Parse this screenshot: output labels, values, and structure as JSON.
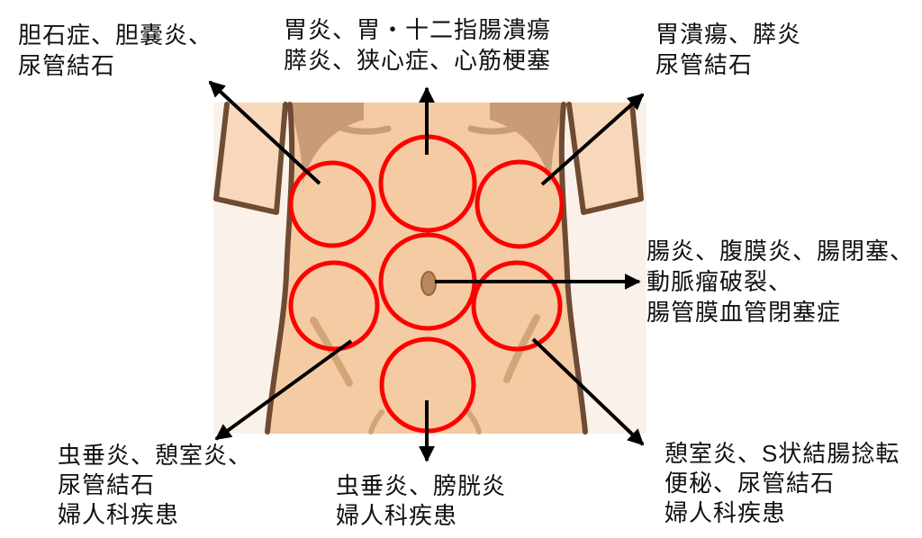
{
  "colors": {
    "page-bg": "#ffffff",
    "panel-bg": "#faf2ea",
    "skin": "#f5cba3",
    "arm-skin": "#f8d8bb",
    "outline-brown": "#6f4b33",
    "shading-tan": "#c99c77",
    "crease-tan": "#d2a578",
    "navel-brown": "#b8875d",
    "navel-outline": "#99663c",
    "circle-red": "#ff0000",
    "arrow-black": "#000000",
    "text-color": "#111111"
  },
  "labels": {
    "upper_left": {
      "lines": [
        "胆石症、胆嚢炎、",
        "尿管結石"
      ]
    },
    "upper_center": {
      "lines": [
        "胃炎、胃・十二指腸潰瘍",
        "膵炎、狭心症、心筋梗塞"
      ]
    },
    "upper_right": {
      "lines": [
        "胃潰瘍、膵炎",
        "尿管結石"
      ]
    },
    "right_middle": {
      "lines": [
        "腸炎、腹膜炎、腸閉塞、",
        "動脈瘤破裂、",
        "腸管膜血管閉塞症"
      ]
    },
    "lower_left": {
      "lines": [
        "虫垂炎、憩室炎、",
        "尿管結石",
        "婦人科疾患"
      ]
    },
    "lower_center": {
      "lines": [
        "虫垂炎、膀胱炎",
        "婦人科疾患"
      ]
    },
    "lower_right": {
      "lines": [
        "憩室炎、S状結腸捻転",
        "便秘、尿管結石",
        "婦人科疾患"
      ]
    }
  }
}
